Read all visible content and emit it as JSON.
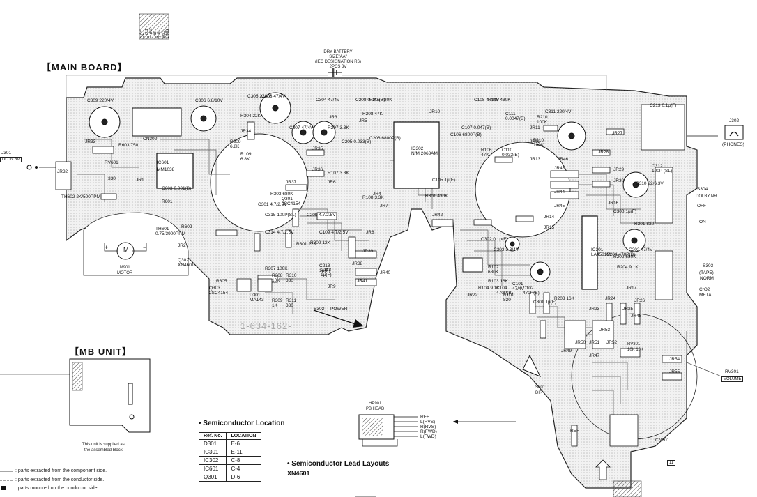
{
  "header": {
    "main_board_title": "【MAIN BOARD】",
    "battery": "DRY BATTERY\nSIZE\"AA\"\n(IEC DESIGNATION R6)\n2PCS 3V",
    "connector_pins": [
      "DET",
      "L out",
      "R out",
      "L in",
      "R in",
      "Vcc",
      "GND"
    ]
  },
  "mb_unit": {
    "title": "【MB UNIT】",
    "note": "This unit is supplied as\nthe assembled block"
  },
  "legend": [
    ": parts extracted from the component side.",
    ": parts extracted from the conductor side.",
    ": parts mounted on the conductor side."
  ],
  "semiconductor_location": {
    "heading": "• Semiconductor Location",
    "col_ref": "Ref. No.",
    "col_loc": "LOCATION",
    "rows": [
      {
        "ref": "D301",
        "loc": "E-6"
      },
      {
        "ref": "IC301",
        "loc": "E-11"
      },
      {
        "ref": "IC302",
        "loc": "C-8"
      },
      {
        "ref": "IC601",
        "loc": "C-4"
      },
      {
        "ref": "Q301",
        "loc": "D-6"
      }
    ]
  },
  "lead_layouts": {
    "heading": "• Semiconductor Lead Layouts",
    "part": "XN4601"
  },
  "pb_head": {
    "label": "HP901\nPB HEAD",
    "pins": [
      "REF",
      "L(RVS)",
      "R(RVS)",
      "R(FWD)",
      "L(FWD)"
    ]
  },
  "jacks": {
    "j301": "J301",
    "dc_in": "DC IN 3V",
    "j302": "J302",
    "phones": "(PHONES)"
  },
  "switches": {
    "s304": "S304",
    "dolby": "DOLBY NR",
    "dolby_off": "OFF",
    "dolby_on": "ON",
    "s303": "S303",
    "tape": "(TAPE)",
    "norm": "NORM",
    "cro2": "CrO2\nMETAL",
    "s302": "S302",
    "power": "POWER",
    "s301": "S301\nDIR"
  },
  "volume": {
    "rv301": "RV301",
    "volume": "VOLUME",
    "rv_detail": "RV301\n10K 10K"
  },
  "motor": {
    "m901": "M901\nMOTOR",
    "plus": "+",
    "minus": "−",
    "m": "M"
  },
  "board_id": "1-634-162-",
  "grid_ref": "11",
  "cn301": "CN301",
  "components": [
    {
      "t": "C309 220/4V"
    },
    {
      "t": "C306 6.8/10V"
    },
    {
      "t": "R304 22K"
    },
    {
      "t": "C305 22/4V"
    },
    {
      "t": "C303 47/4V"
    },
    {
      "t": "C304 47/4V"
    },
    {
      "t": "C307 47/4V"
    },
    {
      "t": "CN302"
    },
    {
      "t": "JR33"
    },
    {
      "t": "R603 750"
    },
    {
      "t": "IC601"
    },
    {
      "t": "MM1038"
    },
    {
      "t": "RV601"
    },
    {
      "t": "330"
    },
    {
      "t": "JR32"
    },
    {
      "t": "JR1"
    },
    {
      "t": "TH602 2K/500PPM"
    },
    {
      "t": "C603 0.001(B)"
    },
    {
      "t": "R601"
    },
    {
      "t": "R602"
    },
    {
      "t": "TH601\n0.75/3900PPM"
    },
    {
      "t": "JR2"
    },
    {
      "t": "Q302\nXN4601"
    },
    {
      "t": "Q303\n2SC4154"
    },
    {
      "t": "D301\nMA143"
    },
    {
      "t": "R305"
    },
    {
      "t": "R307 100K"
    },
    {
      "t": "R308\n10K"
    },
    {
      "t": "R309\n1K"
    },
    {
      "t": "R310\n330"
    },
    {
      "t": "R311\n330"
    },
    {
      "t": "JR9"
    },
    {
      "t": "JR34"
    },
    {
      "t": "R109\n6.8K"
    },
    {
      "t": "R209\n6.8K"
    },
    {
      "t": "JR35"
    },
    {
      "t": "JR36"
    },
    {
      "t": "JR37"
    },
    {
      "t": "C301 4.7/2.5V"
    },
    {
      "t": "C314 4.7/2.5V"
    },
    {
      "t": "Q301\n2SC4154"
    },
    {
      "t": "R303 680K"
    },
    {
      "t": "C315 100P(SL)"
    },
    {
      "t": "R301 22K"
    },
    {
      "t": "R302 12K"
    },
    {
      "t": "C213\n1μ(F)"
    },
    {
      "t": "C113\n1μ(F)"
    },
    {
      "t": "JR38"
    },
    {
      "t": "JR39"
    },
    {
      "t": "JR40"
    },
    {
      "t": "JR41"
    },
    {
      "t": "JR3"
    },
    {
      "t": "JR5"
    },
    {
      "t": "JR6"
    },
    {
      "t": "JR7"
    },
    {
      "t": "JR8"
    },
    {
      "t": "JR4"
    },
    {
      "t": "R207 3.3K"
    },
    {
      "t": "R107 3.3K"
    },
    {
      "t": "R108 3.3K"
    },
    {
      "t": "R208 47K"
    },
    {
      "t": "C209 4.7/2.5V"
    },
    {
      "t": "C109 4.7/2.5V"
    },
    {
      "t": "C206 6800P(B)"
    },
    {
      "t": "C205 0.033(B)"
    },
    {
      "t": "C208 0.047(B)"
    },
    {
      "t": "IC302\nN/M 2063AM"
    },
    {
      "t": "JR10"
    },
    {
      "t": "C106 6800P(B)"
    },
    {
      "t": "C107 0.047(B)"
    },
    {
      "t": "C108 4.7/4V"
    },
    {
      "t": "R105 430K"
    },
    {
      "t": "R106\n47K"
    },
    {
      "t": "C111\n0.0047(B)"
    },
    {
      "t": "C110\n0.033(B)"
    },
    {
      "t": "R205 430K"
    },
    {
      "t": "R301 430K"
    },
    {
      "t": "JR42"
    },
    {
      "t": "C105 1μ(F)"
    },
    {
      "t": "R210\n100K"
    },
    {
      "t": "R110\n100K"
    },
    {
      "t": "JR11"
    },
    {
      "t": "JR12"
    },
    {
      "t": "JR13"
    },
    {
      "t": "C311 220/4V"
    },
    {
      "t": "JR27"
    },
    {
      "t": "C213 0.1μ(F)"
    },
    {
      "t": "JR28"
    },
    {
      "t": "JR29"
    },
    {
      "t": "JR30"
    },
    {
      "t": "C312\n100P (SL)"
    },
    {
      "t": "JR43"
    },
    {
      "t": "JR44"
    },
    {
      "t": "JR45"
    },
    {
      "t": "JR46"
    },
    {
      "t": "JR14"
    },
    {
      "t": "JR15"
    },
    {
      "t": "JR16"
    },
    {
      "t": "C308 1μ(F)"
    },
    {
      "t": "C310 22/6.3V"
    },
    {
      "t": "IC301\nLA4581M"
    },
    {
      "t": "C302 0.1μ(F)"
    },
    {
      "t": "C303 3.3/4V"
    },
    {
      "t": "R102\n680K"
    },
    {
      "t": "R104 9.1K"
    },
    {
      "t": "R103 16K"
    },
    {
      "t": "C104\n470P(B)"
    },
    {
      "t": "R101\n820"
    },
    {
      "t": "C101\n47/4V"
    },
    {
      "t": "C102\n470P(B)"
    },
    {
      "t": "C301 1μ(F)"
    },
    {
      "t": "R203 16K"
    },
    {
      "t": "R202 680K"
    },
    {
      "t": "C204 470P(B)"
    },
    {
      "t": "R204 9.1K"
    },
    {
      "t": "C202 47/4V"
    },
    {
      "t": "R201 820"
    },
    {
      "t": "JR17"
    },
    {
      "t": "JR22"
    },
    {
      "t": "JR23"
    },
    {
      "t": "JR24"
    },
    {
      "t": "JR25"
    },
    {
      "t": "JR26"
    },
    {
      "t": "JR48"
    },
    {
      "t": "JR49"
    },
    {
      "t": "JR50"
    },
    {
      "t": "JR51"
    },
    {
      "t": "JR52"
    },
    {
      "t": "JR53"
    },
    {
      "t": "JR54"
    },
    {
      "t": "JR55"
    },
    {
      "t": "REF"
    },
    {
      "t": "JR47"
    }
  ]
}
